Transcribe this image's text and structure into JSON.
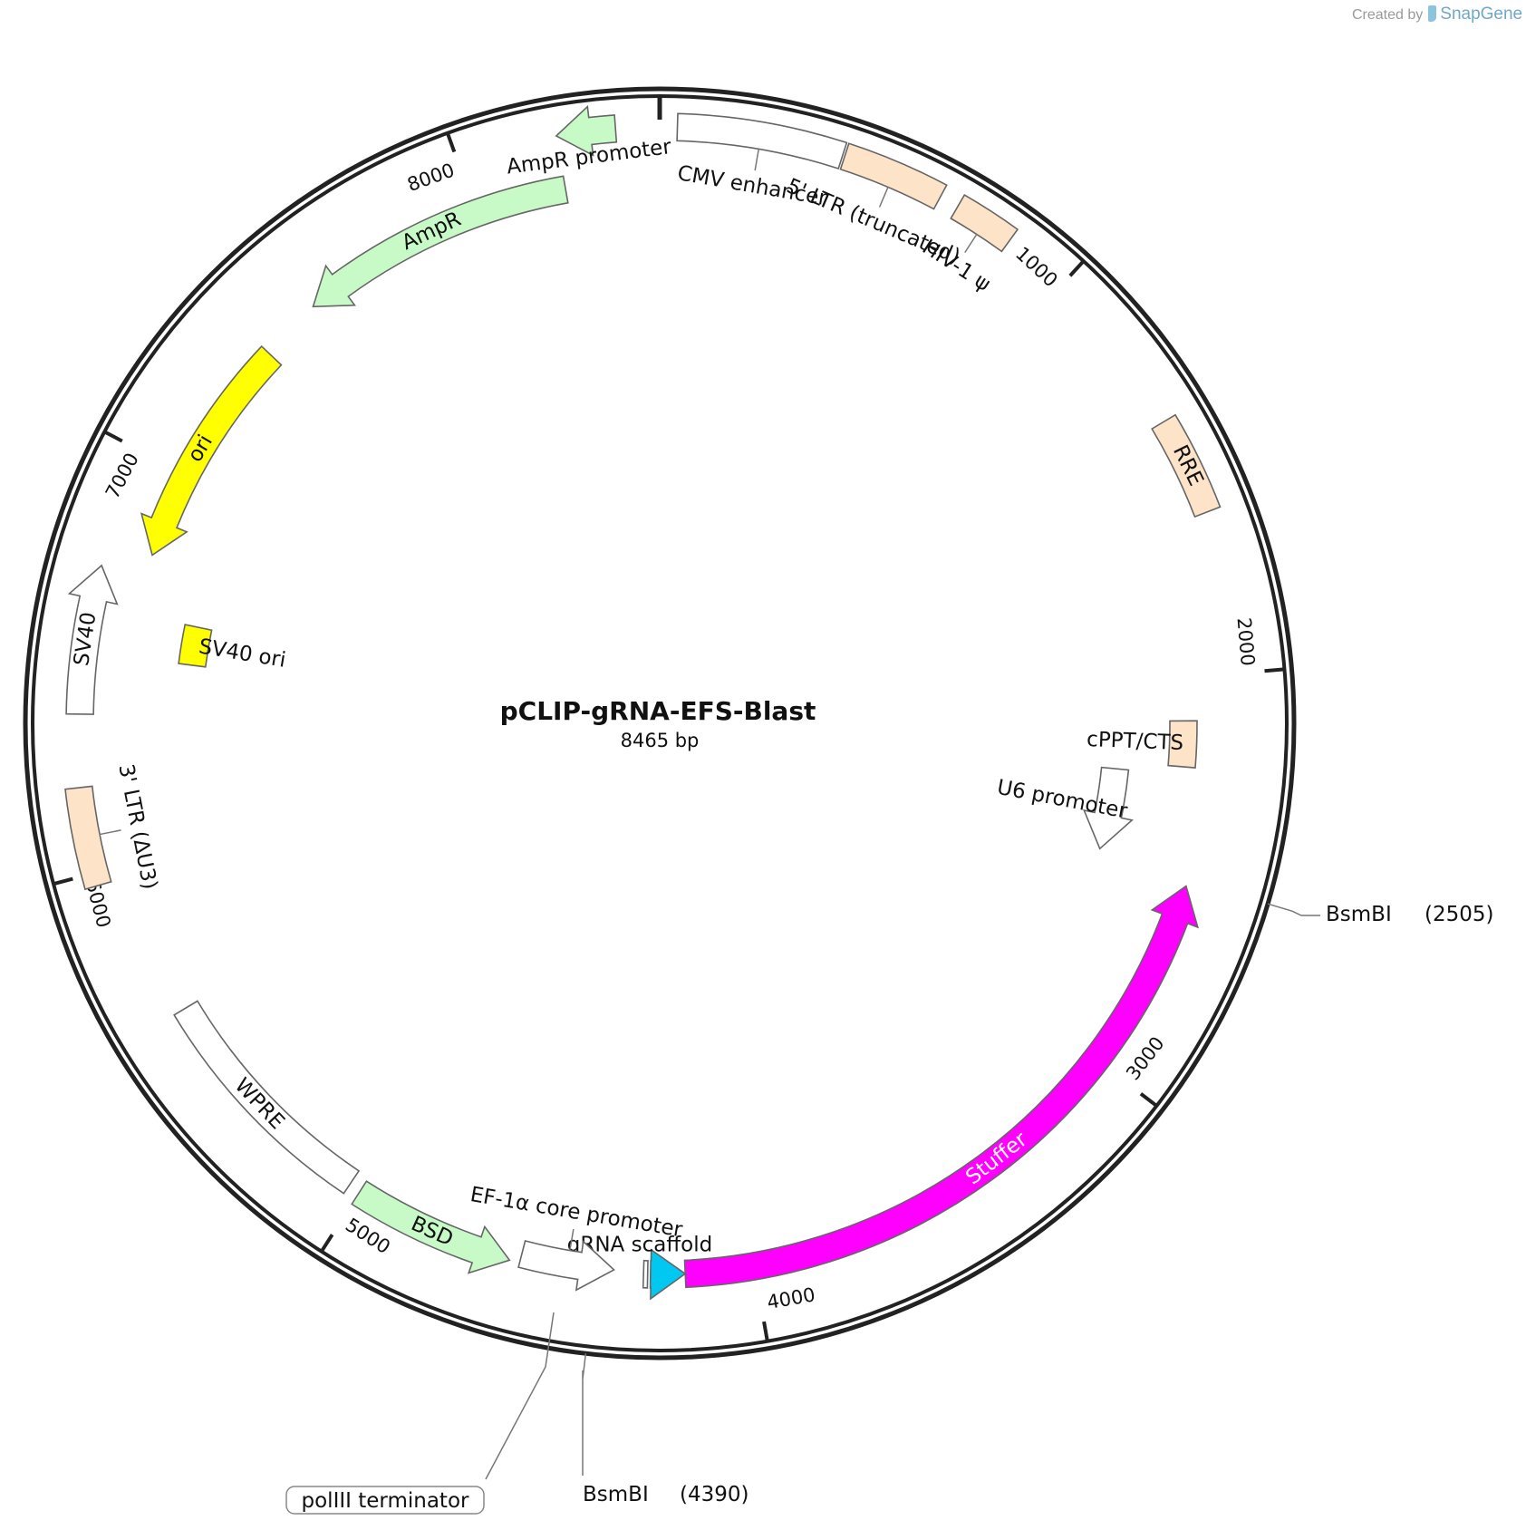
{
  "credit": {
    "prefix": "Created by",
    "brand": "SnapGene"
  },
  "plasmid": {
    "name": "pCLIP-gRNA-EFS-Blast",
    "size_label": "8465 bp",
    "length": 8465
  },
  "ticks": [
    {
      "pos": 1000,
      "label": "1000"
    },
    {
      "pos": 2000,
      "label": "2000"
    },
    {
      "pos": 3000,
      "label": "3000"
    },
    {
      "pos": 4000,
      "label": "4000"
    },
    {
      "pos": 5000,
      "label": "5000"
    },
    {
      "pos": 6000,
      "label": "6000"
    },
    {
      "pos": 7000,
      "label": "7000"
    },
    {
      "pos": 8000,
      "label": "8000"
    }
  ],
  "features": [
    {
      "id": "cmv-enhancer",
      "label": "CMV enhancer",
      "start": 40,
      "end": 420,
      "strand": 0,
      "color": "#ffffff",
      "label_mode": "outside-in"
    },
    {
      "id": "5-ltr",
      "label": "5' LTR (truncated)",
      "start": 425,
      "end": 660,
      "strand": 0,
      "color": "#fde3c8",
      "label_mode": "outside-in"
    },
    {
      "id": "hiv-1-psi",
      "label": "HIV-1 ψ",
      "start": 705,
      "end": 845,
      "strand": 0,
      "color": "#fde3c8",
      "label_mode": "outside-in"
    },
    {
      "id": "rre",
      "label": "RRE",
      "start": 1390,
      "end": 1620,
      "strand": 0,
      "color": "#fde3c8",
      "label_mode": "inside"
    },
    {
      "id": "cppt-cts",
      "label": "cPPT/CTS",
      "start": 2110,
      "end": 2228,
      "strand": 0,
      "color": "#fde3c8",
      "label_mode": "radial"
    },
    {
      "id": "u6-promoter",
      "label": "U6 promoter",
      "start": 2250,
      "end": 2490,
      "strand": 1,
      "color": "#ffffff",
      "label_mode": "radial"
    },
    {
      "id": "stuffer",
      "label": "Stuffer",
      "start": 2520,
      "end": 4170,
      "strand": -1,
      "color": "#ff00ff",
      "label_mode": "inside-white"
    },
    {
      "id": "grna-scaffold",
      "label": "gRNA scaffold",
      "start": 4170,
      "end": 4255,
      "strand": -1,
      "color": "#00c8f0",
      "label_mode": "above"
    },
    {
      "id": "poliii-terminator",
      "label": "polIII terminator",
      "start": 4262,
      "end": 4272,
      "strand": 0,
      "color": "#ffffff",
      "label_mode": "none"
    },
    {
      "id": "ef1a-core-promoter",
      "label": "EF-1α core promoter",
      "start": 4345,
      "end": 4575,
      "strand": -1,
      "color": "#ffffff",
      "label_mode": "outside-in"
    },
    {
      "id": "bsd",
      "label": "BSD",
      "start": 4600,
      "end": 5000,
      "strand": -1,
      "color": "#c8fac8",
      "label_mode": "inside"
    },
    {
      "id": "wpre",
      "label": "WPRE",
      "start": 5030,
      "end": 5620,
      "strand": 0,
      "color": "#ffffff",
      "label_mode": "inside"
    },
    {
      "id": "3-ltr",
      "label": "3' LTR (ΔU3)",
      "start": 5970,
      "end": 6200,
      "strand": 0,
      "color": "#fde3c8",
      "label_mode": "outside-in"
    },
    {
      "id": "sv40",
      "label": "SV40",
      "start": 6370,
      "end": 6720,
      "strand": 1,
      "color": "#ffffff",
      "label_mode": "inside"
    },
    {
      "id": "sv40-ori",
      "label": "SV40 ori",
      "start": 6515,
      "end": 6625,
      "strand": 0,
      "color": "#ffff00",
      "label_mode": "radial-inner"
    },
    {
      "id": "ori",
      "label": "ori",
      "start": 6780,
      "end": 7370,
      "strand": -1,
      "color": "#ffff00",
      "label_mode": "inside"
    },
    {
      "id": "ampr",
      "label": "AmpR",
      "start": 7530,
      "end": 8230,
      "strand": -1,
      "color": "#c8fac8",
      "label_mode": "inside"
    },
    {
      "id": "ampr-promoter",
      "label": "AmpR promoter",
      "start": 8230,
      "end": 8365,
      "strand": -1,
      "color": "#c8fac8",
      "label_mode": "inside-below"
    }
  ],
  "sites": [
    {
      "id": "bsmbi-2505",
      "name": "BsmBI",
      "pos": 2505,
      "pos_label": "(2505)"
    },
    {
      "id": "bsmbi-4390",
      "name": "BsmBI",
      "pos": 4390,
      "pos_label": "(4390)"
    }
  ],
  "boxed_label": {
    "text": "polIII terminator"
  }
}
